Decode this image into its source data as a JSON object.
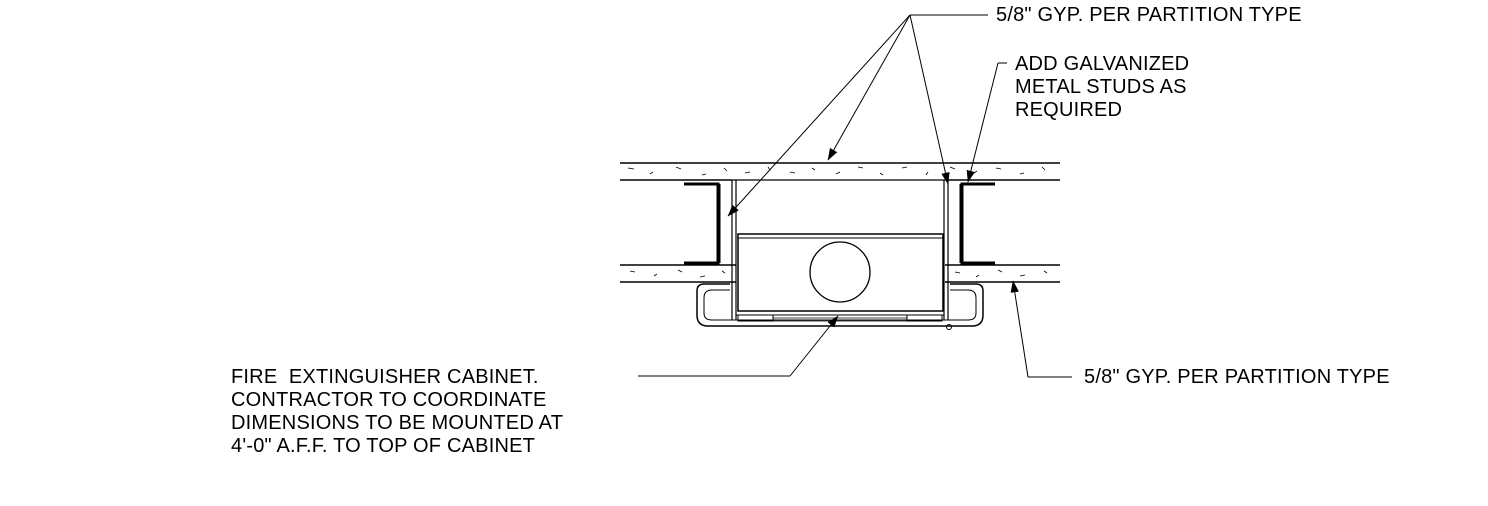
{
  "notes": {
    "gyp_top": "5/8\" GYP. PER PARTITION TYPE",
    "studs": [
      "ADD GALVANIZED",
      "METAL STUDS AS",
      "REQUIRED"
    ],
    "gyp_right": "5/8\" GYP. PER PARTITION TYPE",
    "cabinet": [
      "FIRE  EXTINGUISHER CABINET.",
      "CONTRACTOR TO COORDINATE",
      "DIMENSIONS TO BE MOUNTED AT",
      "4'-0\" A.F.F. TO TOP OF CABINET"
    ]
  },
  "colors": {
    "line": "#000000",
    "background": "#ffffff"
  }
}
